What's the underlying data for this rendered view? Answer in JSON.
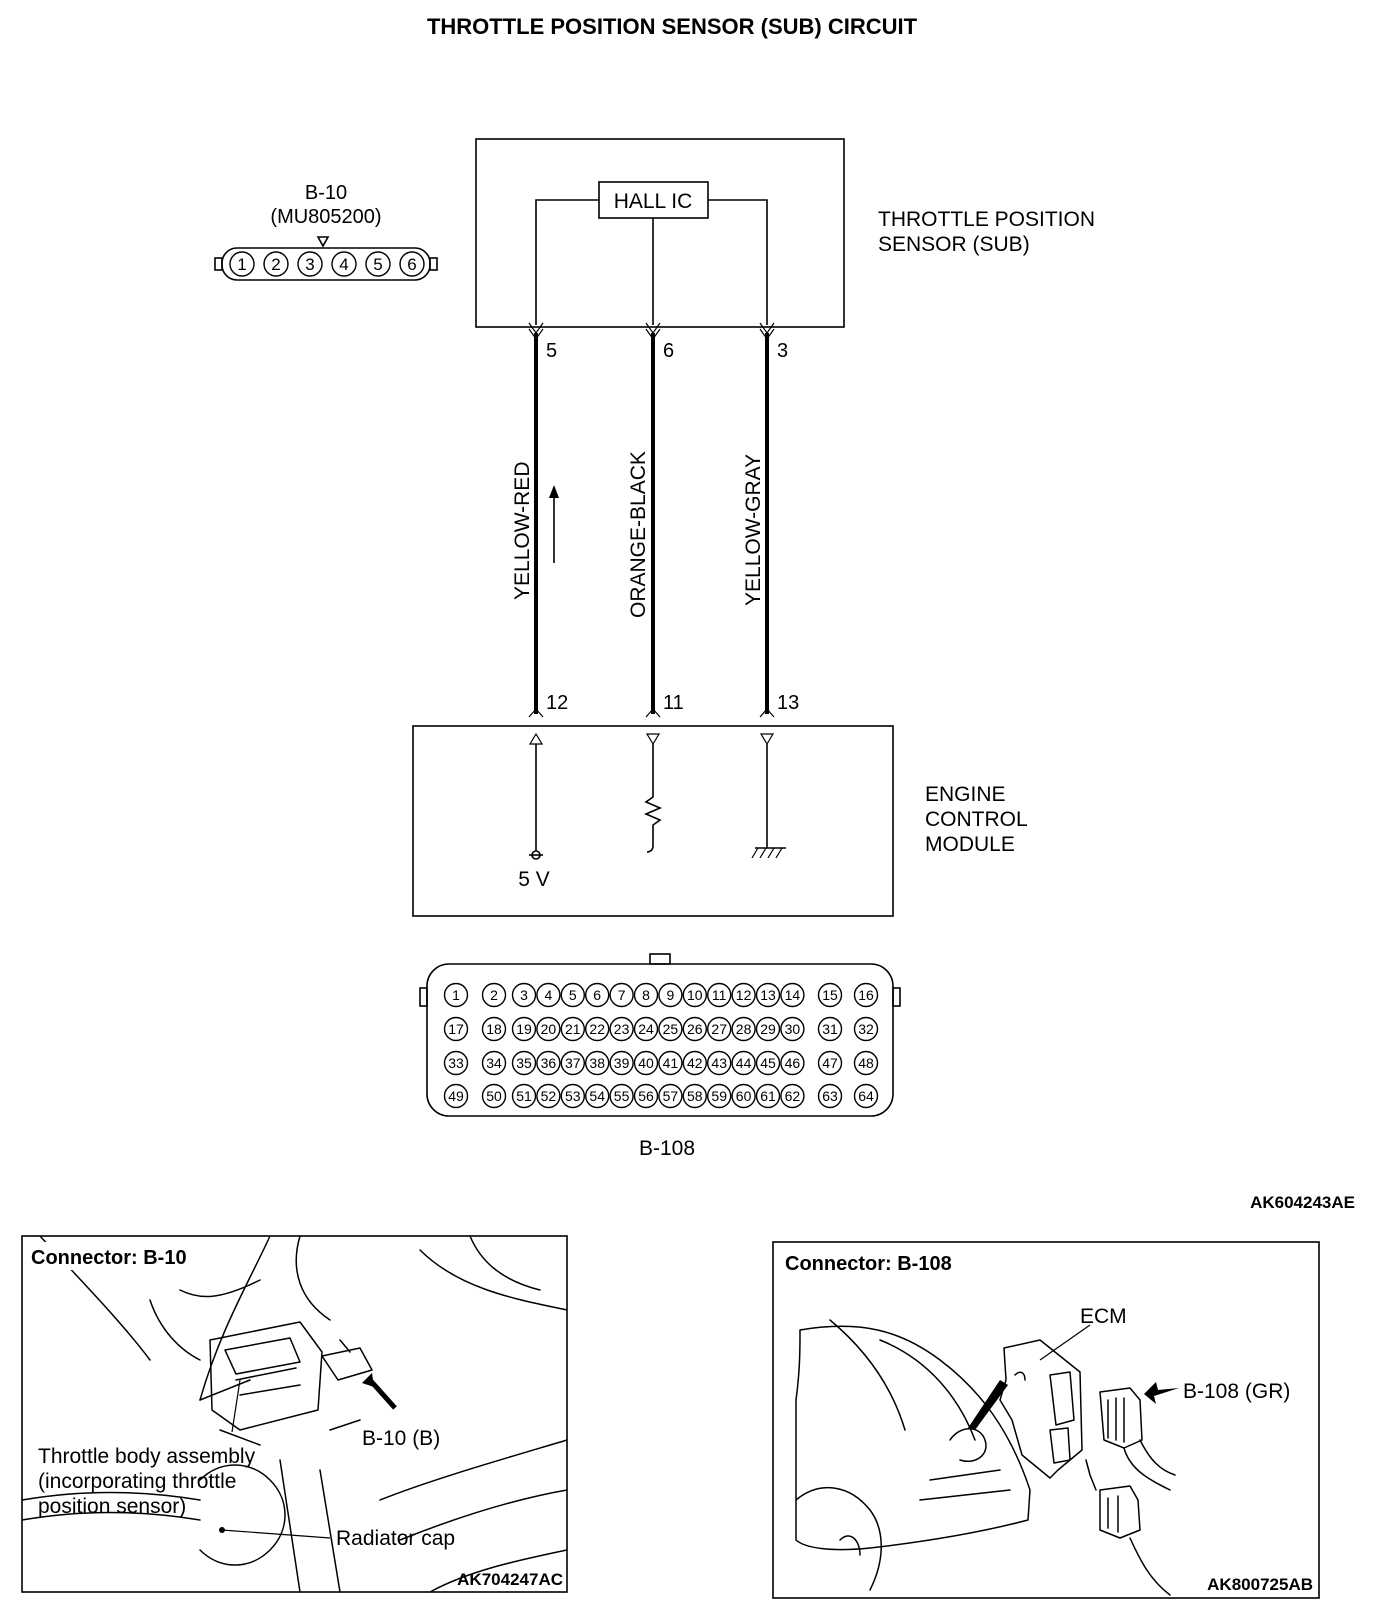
{
  "title": "THROTTLE POSITION SENSOR (SUB) CIRCUIT",
  "sensor": {
    "connector_id": "B-10",
    "part_number": "(MU805200)",
    "pins": [
      "1",
      "2",
      "3",
      "4",
      "5",
      "6"
    ],
    "ic_label": "HALL IC",
    "name_line1": "THROTTLE POSITION",
    "name_line2": "SENSOR (SUB)"
  },
  "wires": [
    {
      "sensor_pin": "5",
      "color": "YELLOW-RED",
      "ecm_pin": "12"
    },
    {
      "sensor_pin": "6",
      "color": "ORANGE-BLACK",
      "ecm_pin": "11"
    },
    {
      "sensor_pin": "3",
      "color": "YELLOW-GRAY",
      "ecm_pin": "13"
    }
  ],
  "ecm": {
    "name_line1": "ENGINE",
    "name_line2": "CONTROL",
    "name_line3": "MODULE",
    "supply_label": "5 V",
    "connector_id": "B-108",
    "pin_rows": [
      [
        "1",
        "2",
        "3",
        "4",
        "5",
        "6",
        "7",
        "8",
        "9",
        "10",
        "11",
        "12",
        "13",
        "14",
        "15",
        "16"
      ],
      [
        "17",
        "18",
        "19",
        "20",
        "21",
        "22",
        "23",
        "24",
        "25",
        "26",
        "27",
        "28",
        "29",
        "30",
        "31",
        "32"
      ],
      [
        "33",
        "34",
        "35",
        "36",
        "37",
        "38",
        "39",
        "40",
        "41",
        "42",
        "43",
        "44",
        "45",
        "46",
        "47",
        "48"
      ],
      [
        "49",
        "50",
        "51",
        "52",
        "53",
        "54",
        "55",
        "56",
        "57",
        "58",
        "59",
        "60",
        "61",
        "62",
        "63",
        "64"
      ]
    ]
  },
  "figure_code": "AK604243AE",
  "panel_left": {
    "heading": "Connector: B-10",
    "callout_connector": "B-10 (B)",
    "callout_throttle_1": "Throttle body assembly",
    "callout_throttle_2": "(incorporating throttle",
    "callout_throttle_3": "position sensor)",
    "callout_radiator": "Radiator cap",
    "code": "AK704247AC"
  },
  "panel_right": {
    "heading": "Connector: B-108",
    "callout_ecm": "ECM",
    "callout_connector": "B-108 (GR)",
    "code": "AK800725AB"
  }
}
